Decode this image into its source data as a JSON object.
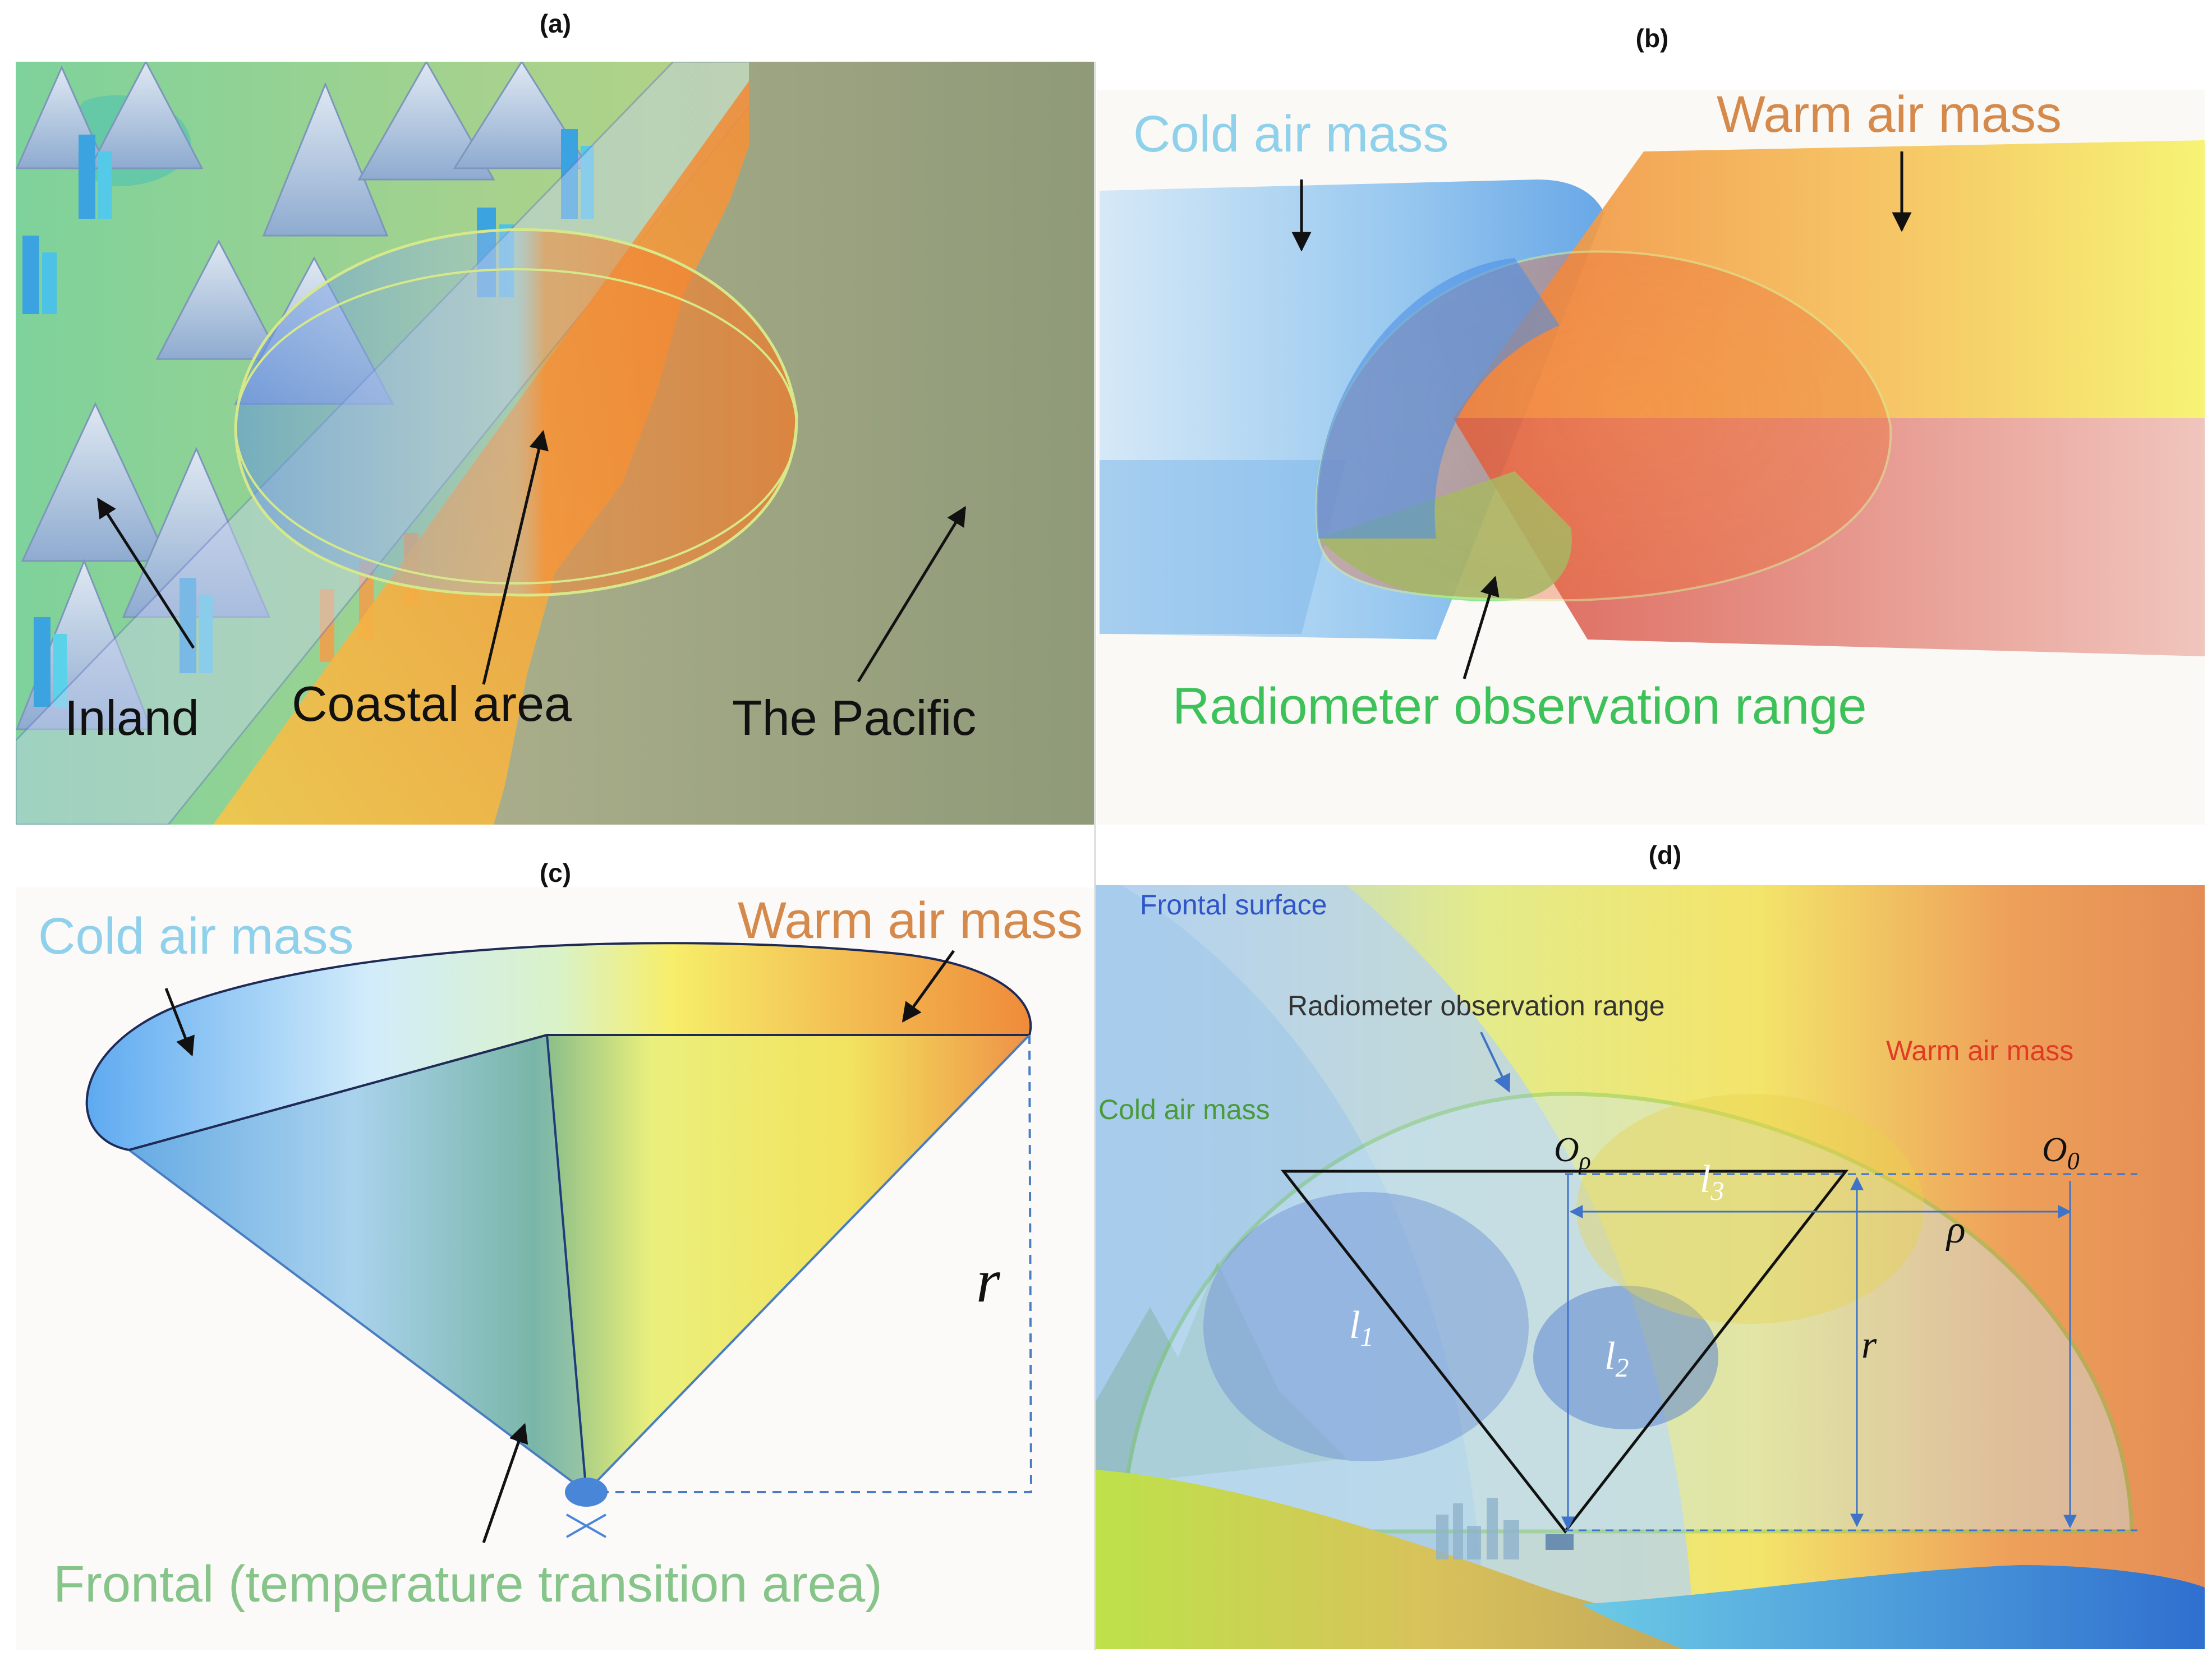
{
  "panels": {
    "a": {
      "tag": "(a)",
      "labels": {
        "inland": "Inland",
        "coastal": "Coastal area",
        "pacific": "The Pacific"
      },
      "colors": {
        "land": "#9ec79a",
        "ocean": "#a3a985",
        "coast": "#f29a3e",
        "dome": "#f07a2a",
        "mountain": "#9db3cf"
      }
    },
    "b": {
      "tag": "(b)",
      "labels": {
        "cold": "Cold air mass",
        "warm": "Warm air mass",
        "radiometer": "Radiometer observation range"
      },
      "colors": {
        "cold": "#5aa2e0",
        "warm": "#f4a64b",
        "red": "#e0655a",
        "green": "#6fe07a"
      }
    },
    "c": {
      "tag": "(c)",
      "labels": {
        "cold": "Cold air mass",
        "warm": "Warm air mass",
        "r": "r",
        "frontal": "Frontal (temperature transition area)"
      }
    },
    "d": {
      "tag": "(d)",
      "labels": {
        "frontal_surface": "Frontal surface",
        "radiometer": "Radiometer observation range",
        "warm": "Warm air mass",
        "cold": "Cold air mass",
        "o_rho": "O",
        "o_rho_sub": "ρ",
        "o_0": "O",
        "o_0_sub": "0",
        "l1": "l",
        "l1_sub": "1",
        "l2": "l",
        "l2_sub": "2",
        "l3": "l",
        "l3_sub": "3",
        "rho": "ρ",
        "r": "r"
      }
    }
  },
  "label_colors": {
    "cold": "#8fd0ea",
    "warm": "#d5894a",
    "radiometer_b": "#3dc159",
    "frontal_c": "#86c48a",
    "frontal_surface_d": "#2f55c8",
    "warm_d": "#e23a25",
    "cold_d": "#4a9a3a",
    "radiometer_d": "#333333"
  }
}
